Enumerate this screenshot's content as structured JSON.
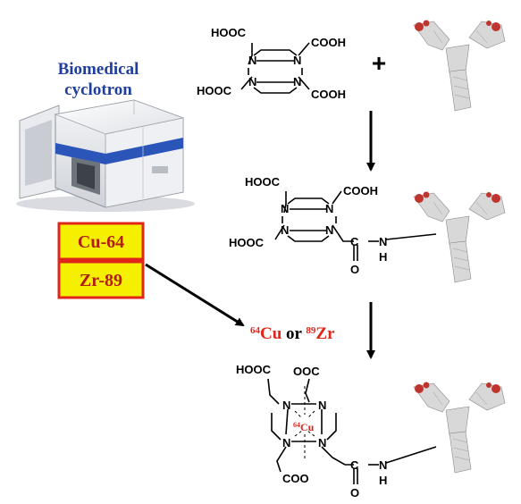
{
  "cyclotron": {
    "title_line1": "Biomedical",
    "title_line2": "cyclotron"
  },
  "isotopes": [
    "Cu-64",
    "Zr-89"
  ],
  "reagent": {
    "cu_mass": "64",
    "cu_symbol": "Cu",
    "or_text": " or ",
    "zr_mass": "89",
    "zr_symbol": "Zr"
  },
  "plus_sign": "+",
  "complex_metal": {
    "mass": "64",
    "symbol": "Cu"
  },
  "structure_labels": {
    "hooc": "HOOC",
    "cooh": "COOH",
    "ooc": "OOC",
    "coo": "COO",
    "n": "N",
    "h": "H",
    "c": "C",
    "o": "O"
  },
  "colors": {
    "title_blue": "#1f3f9f",
    "isotope_fill": "#f5f000",
    "isotope_border": "#e0261a",
    "isotope_text": "#b31d12",
    "metal_red": "#e0261a",
    "antibody_red": "#c0342e"
  }
}
